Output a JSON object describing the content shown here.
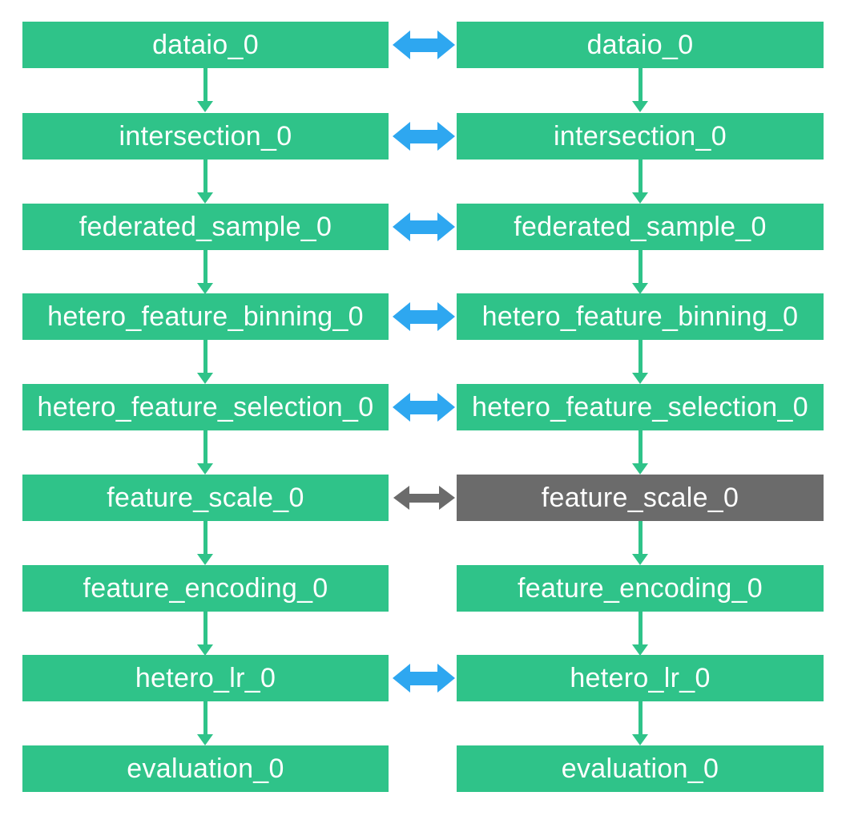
{
  "diagram": {
    "type": "flowchart",
    "colors": {
      "node_green": "#2fc389",
      "node_gray": "#6b6b6b",
      "arrow_green": "#2fc389",
      "arrow_blue": "#2ea7f0",
      "arrow_gray": "#6b6b6b",
      "node_text": "#ffffff",
      "background": "#ffffff"
    },
    "icons": {
      "sync_arrow": "horizontal-double-headed-arrow",
      "flow_arrow": "vertical-down-arrow"
    },
    "rows": [
      {
        "label": "dataio_0",
        "left_variant": "green",
        "right_variant": "green",
        "sync": "blue"
      },
      {
        "label": "intersection_0",
        "left_variant": "green",
        "right_variant": "green",
        "sync": "blue"
      },
      {
        "label": "federated_sample_0",
        "left_variant": "green",
        "right_variant": "green",
        "sync": "blue"
      },
      {
        "label": "hetero_feature_binning_0",
        "left_variant": "green",
        "right_variant": "green",
        "sync": "blue"
      },
      {
        "label": "hetero_feature_selection_0",
        "left_variant": "green",
        "right_variant": "green",
        "sync": "blue"
      },
      {
        "label": "feature_scale_0",
        "left_variant": "green",
        "right_variant": "gray",
        "sync": "gray"
      },
      {
        "label": "feature_encoding_0",
        "left_variant": "green",
        "right_variant": "green",
        "sync": "none"
      },
      {
        "label": "hetero_lr_0",
        "left_variant": "green",
        "right_variant": "green",
        "sync": "blue"
      },
      {
        "label": "evaluation_0",
        "left_variant": "green",
        "right_variant": "green",
        "sync": "none"
      }
    ]
  }
}
